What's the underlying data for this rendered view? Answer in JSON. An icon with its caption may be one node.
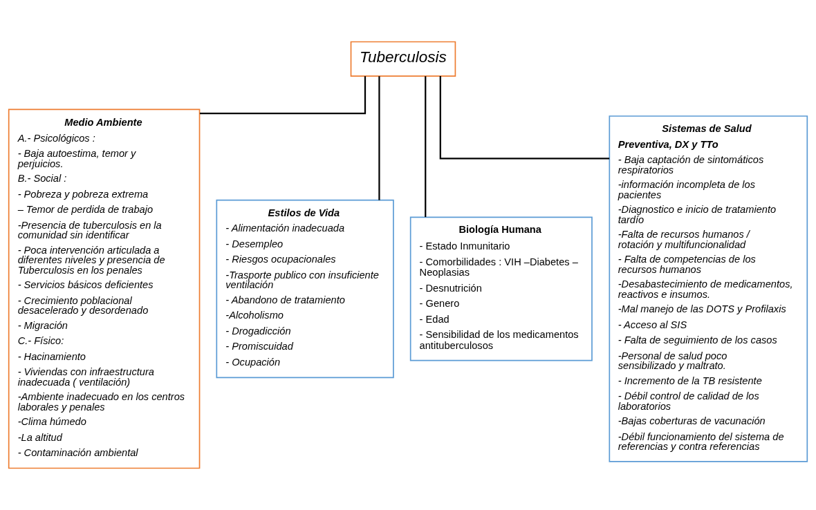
{
  "diagram": {
    "nodes": [
      {
        "text": [
          "Tuberculosis"
        ]
      },
      {
        "text": [
          "Medio Ambiente",
          "A.- Psicológicos :",
          "- Baja autoestima, temor y perjuicios.",
          "B.- Social :",
          "- Pobreza y pobreza extrema",
          "– Temor de perdida de trabajo",
          "-Presencia de tuberculosis en la comunidad sin identificar",
          "- Poca intervención articulada a diferentes niveles y presencia de Tuberculosis en los penales",
          "- Servicios básicos deficientes",
          "- Crecimiento poblacional desacelerado y desordenado",
          "- Migración",
          "C.- Físico:",
          "- Hacinamiento",
          "- Viviendas con infraestructura inadecuada ( ventilación)",
          "-Ambiente inadecuado en los centros laborales y penales",
          "-Clima húmedo",
          "-La altitud",
          "- Contaminación ambiental"
        ]
      },
      {
        "text": [
          "Estilos de Vida",
          "- Alimentación inadecuada",
          "- Desempleo",
          "- Riesgos ocupacionales",
          "-Trasporte publico con insuficiente ventilación",
          "- Abandono de tratamiento",
          "-Alcoholismo",
          "- Drogadicción",
          "- Promiscuidad",
          "- Ocupación"
        ]
      },
      {
        "text": [
          "Biología Humana",
          "- Estado Inmunitario",
          "- Comorbilidades : VIH –Diabetes – Neoplasias",
          "- Desnutrición",
          "- Genero",
          "- Edad",
          "- Sensibilidad de los medicamentos antituberculosos"
        ]
      },
      {
        "text": [
          "Sistemas de Salud",
          "Preventiva, DX y TTo",
          "- Baja captación de sintomáticos respiratorios",
          "-información incompleta de los pacientes",
          "-Diagnostico e inicio de tratamiento tardío",
          "-Falta de recursos humanos / rotación y multifuncionalidad",
          "- Falta de competencias de los recursos humanos",
          "-Desabastecimiento de medicamentos, reactivos e insumos.",
          "-Mal manejo de las DOTS y Profilaxis",
          "- Acceso al SIS",
          "- Falta de seguimiento de los casos",
          "-Personal de salud poco sensibilizado y maltrato.",
          "- Incremento de la TB resistente",
          "- Débil control de calidad de los laboratorios",
          "-Bajas coberturas de vacunación",
          "-Débil funcionamiento del sistema de referencias y contra referencias"
        ]
      }
    ],
    "edges": [
      {
        "from": 0,
        "to": 1,
        "arrow": "none"
      },
      {
        "from": 0,
        "to": 2,
        "arrow": "none"
      },
      {
        "from": 0,
        "to": 3,
        "arrow": "none"
      },
      {
        "from": 0,
        "to": 4,
        "arrow": "none"
      }
    ]
  }
}
